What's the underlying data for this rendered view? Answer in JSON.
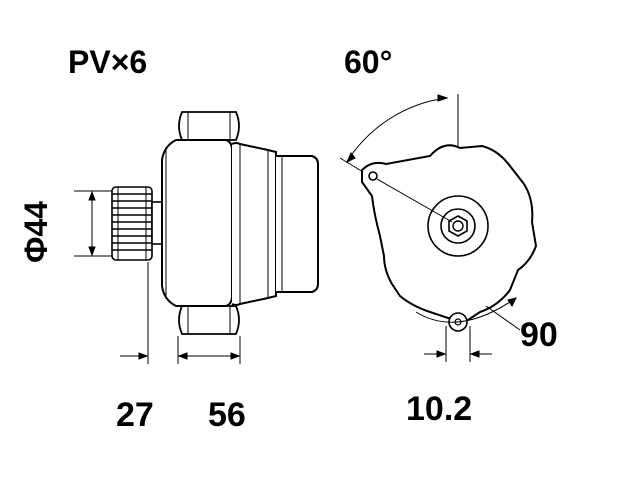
{
  "labels": {
    "belt": "PV×6",
    "angle": "60°",
    "diameter": "Φ44",
    "dim_left": "27",
    "dim_mid": "56",
    "dim_right": "10.2",
    "dim_angle": "90"
  },
  "colors": {
    "line": "#000000",
    "background": "#ffffff"
  }
}
